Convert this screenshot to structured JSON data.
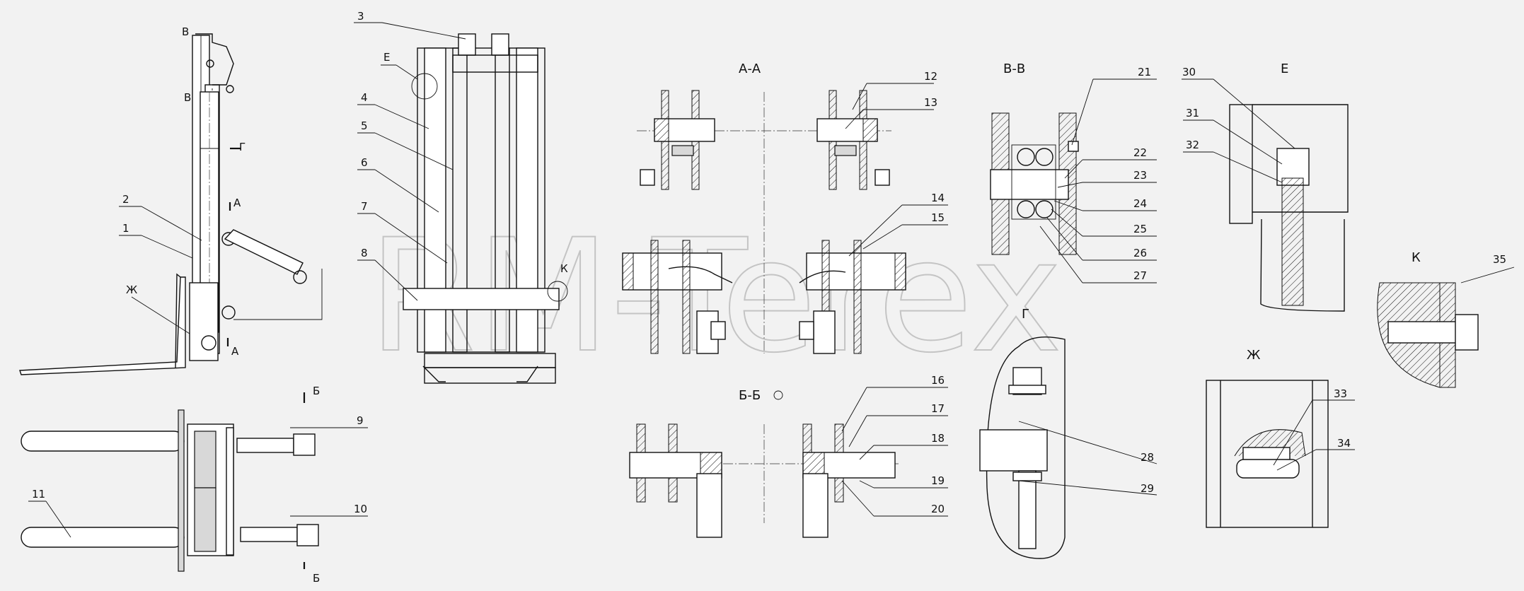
{
  "watermark": "RM-Terex",
  "section_titles": {
    "aa": "А-А",
    "bb": "Б-Б",
    "vv": "В-В",
    "e": "Е",
    "k": "К",
    "zh": "Ж",
    "g": "Г"
  },
  "cut_marks": {
    "v_top": "В",
    "v_mid": "В",
    "g": "Г",
    "a_top": "А",
    "a_bot": "А",
    "zh": "Ж",
    "e": "Е",
    "k": "К",
    "b_top": "Б",
    "b_bot": "Б"
  },
  "callouts": [
    "1",
    "2",
    "3",
    "4",
    "5",
    "6",
    "7",
    "8",
    "9",
    "10",
    "11",
    "12",
    "13",
    "14",
    "15",
    "16",
    "17",
    "18",
    "19",
    "20",
    "21",
    "22",
    "23",
    "24",
    "25",
    "26",
    "27",
    "28",
    "29",
    "30",
    "31",
    "32",
    "33",
    "34",
    "35"
  ]
}
